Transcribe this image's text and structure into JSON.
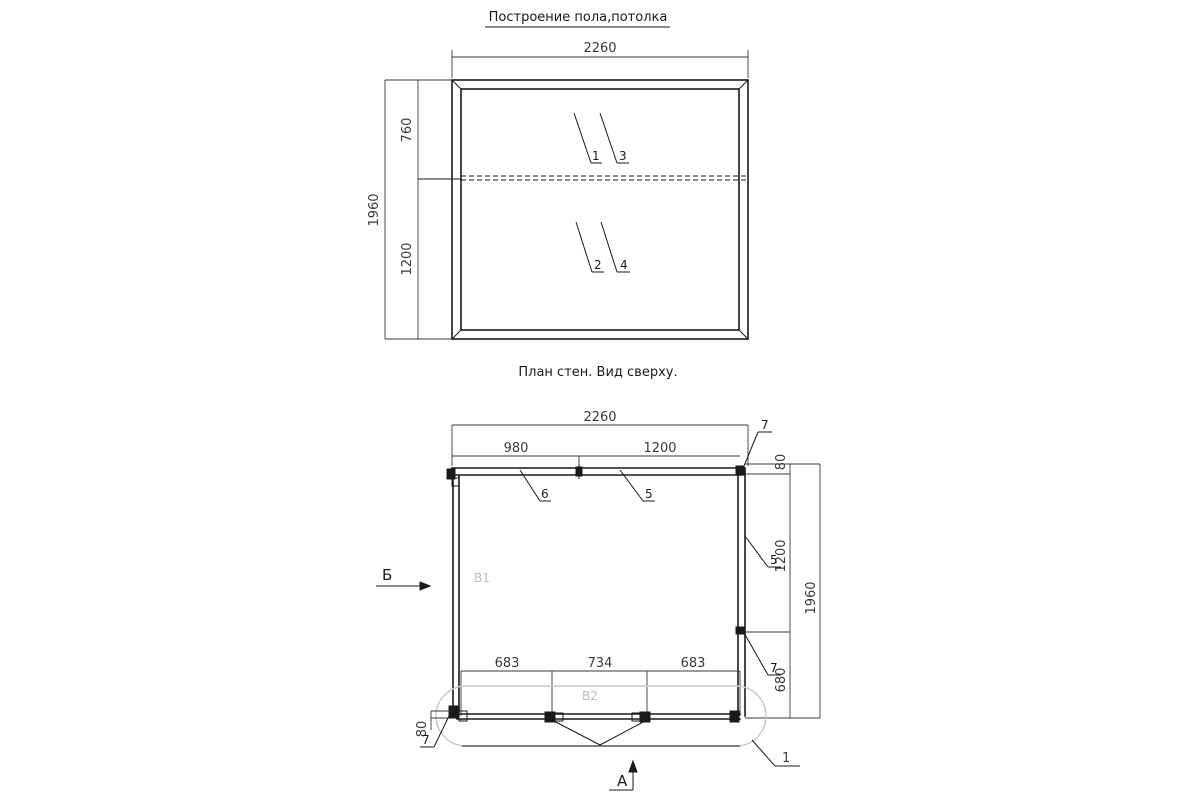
{
  "titles": {
    "floor_ceiling": "Построение пола,потолка",
    "wall_plan": "План стен. Вид сверху."
  },
  "floor_ceiling": {
    "width_dim": "2260",
    "height_total_dim": "1960",
    "height_top_dim": "760",
    "height_bottom_dim": "1200",
    "callouts": [
      "1",
      "3",
      "2",
      "4"
    ]
  },
  "wall_plan": {
    "width_dim": "2260",
    "top_left_dim": "980",
    "top_right_dim": "1200",
    "right_top_dim": "80",
    "right_mid_dim": "1200",
    "right_bottom_dim": "680",
    "right_total_dim": "1960",
    "bottom_dims": [
      "683",
      "734",
      "683"
    ],
    "left_small_dim": "80",
    "zone_labels": [
      "B1",
      "B2"
    ],
    "callouts": {
      "c6": "6",
      "c5_top": "5",
      "c7_top": "7",
      "c5_right": "5",
      "c7_right": "7",
      "c7_left": "7",
      "c1": "1"
    },
    "view_arrows": {
      "side": "Б",
      "front": "А"
    }
  },
  "colors": {
    "line": "#1a1a1a",
    "dimension": "#3a3a3a",
    "faint": "#c9c9c9"
  }
}
